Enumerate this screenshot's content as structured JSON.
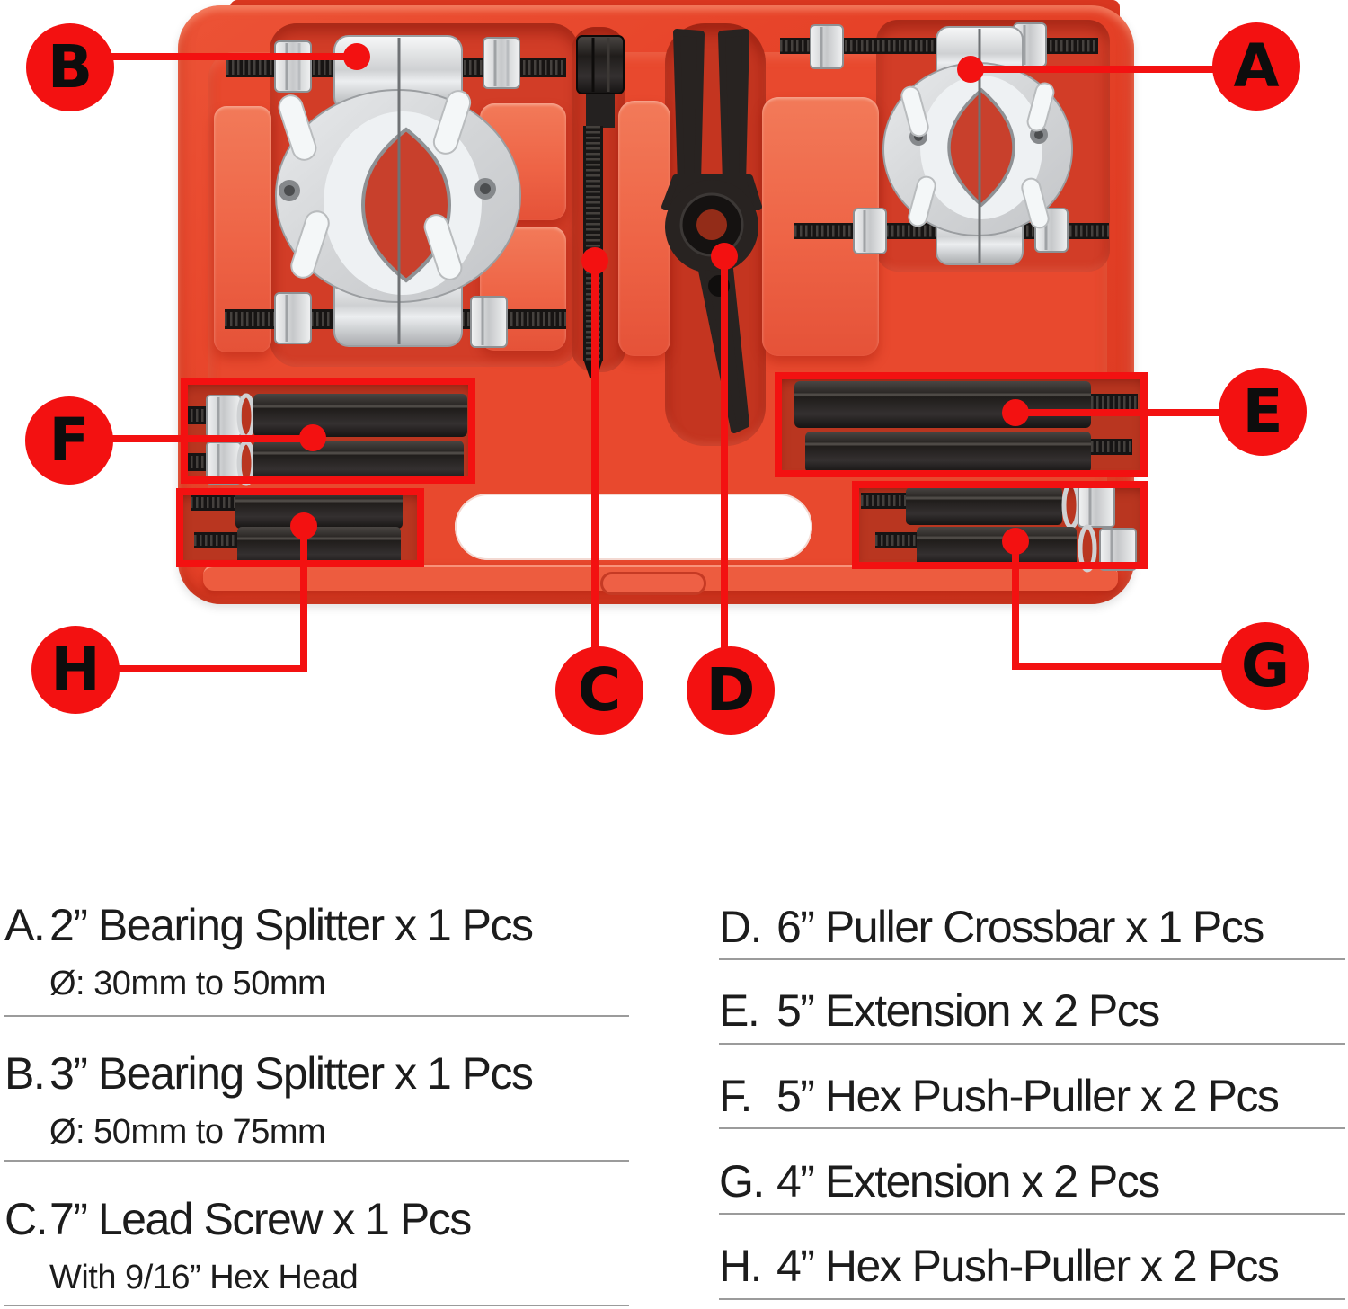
{
  "callouts": {
    "A": "A",
    "B": "B",
    "C": "C",
    "D": "D",
    "E": "E",
    "F": "F",
    "G": "G",
    "H": "H"
  },
  "legend": {
    "left": [
      {
        "label": "A.",
        "title": "2” Bearing Splitter x 1 Pcs",
        "subtitle": "Ø: 30mm to 50mm"
      },
      {
        "label": "B.",
        "title": "3” Bearing Splitter x 1 Pcs",
        "subtitle": "Ø: 50mm to 75mm"
      },
      {
        "label": "C.",
        "title": "7” Lead Screw x 1 Pcs",
        "subtitle": "With 9/16” Hex Head"
      }
    ],
    "right": [
      {
        "label": "D.",
        "title": "6” Puller Crossbar x 1 Pcs"
      },
      {
        "label": "E.",
        "title": "5” Extension x 2 Pcs"
      },
      {
        "label": "F.",
        "title": "5” Hex Push-Puller x 2 Pcs"
      },
      {
        "label": "G.",
        "title": "4” Extension x 2 Pcs"
      },
      {
        "label": "H.",
        "title": "4” Hex Push-Puller x 2 Pcs"
      }
    ]
  },
  "colors": {
    "annotation_red": "#f31111",
    "case_red": "#e64228",
    "tool_black": "#211e1c",
    "metal_silver": "#d9dadc"
  }
}
